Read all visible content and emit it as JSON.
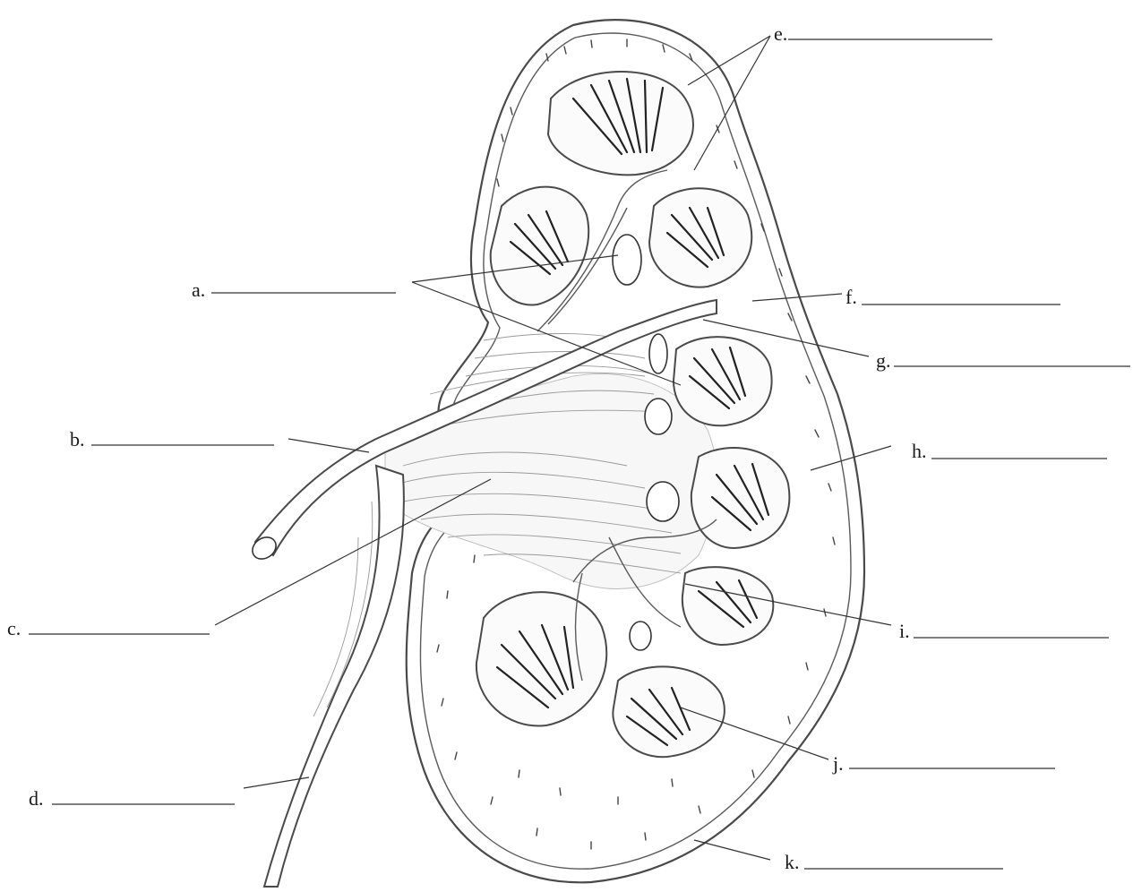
{
  "labels": [
    {
      "id": "a",
      "text": "a."
    },
    {
      "id": "b",
      "text": "b."
    },
    {
      "id": "c",
      "text": "c."
    },
    {
      "id": "d",
      "text": "d."
    },
    {
      "id": "e",
      "text": "e."
    },
    {
      "id": "f",
      "text": "f."
    },
    {
      "id": "g",
      "text": "g."
    },
    {
      "id": "h",
      "text": "h."
    },
    {
      "id": "i",
      "text": "i."
    },
    {
      "id": "j",
      "text": "j."
    },
    {
      "id": "k",
      "text": "k."
    }
  ],
  "colors": {
    "ink": "#4a4a4a",
    "label": "#1a1a1a",
    "background": "#ffffff"
  }
}
